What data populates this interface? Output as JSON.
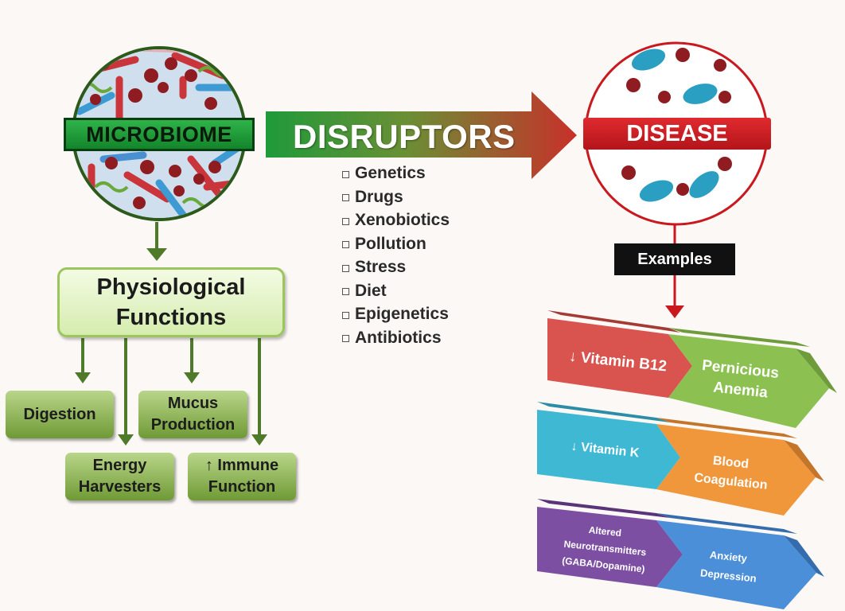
{
  "microbiome": {
    "label": "MICROBIOME"
  },
  "physiological": {
    "line1": "Physiological",
    "line2": "Functions"
  },
  "functions": [
    {
      "line1": "Digestion",
      "line2": ""
    },
    {
      "line1": "Mucus",
      "line2": "Production"
    },
    {
      "line1": "Energy",
      "line2": "Harvesters"
    },
    {
      "line1": "↑ Immune",
      "line2": "Function"
    }
  ],
  "disruptors": {
    "label": "DISRUPTORS",
    "items": [
      "Genetics",
      "Drugs",
      "Xenobiotics",
      "Pollution",
      "Stress",
      "Diet",
      "Epigenetics",
      "Antibiotics"
    ]
  },
  "disease": {
    "label": "DISEASE"
  },
  "examples": {
    "label": "Examples",
    "rows": [
      {
        "cause": [
          "↓ Vitamin B12"
        ],
        "effect": [
          "Pernicious",
          "Anemia"
        ],
        "cause_color": "#d9534f",
        "effect_color": "#8cc152"
      },
      {
        "cause": [
          "↓ Vitamin K"
        ],
        "effect": [
          "Blood",
          "Coagulation"
        ],
        "cause_color": "#3fb8d4",
        "effect_color": "#f0963b"
      },
      {
        "cause": [
          "Altered",
          "Neurotransmitters",
          "(GABA/Dopamine)"
        ],
        "effect": [
          "Anxiety",
          "Depression"
        ],
        "cause_color": "#7d4fa3",
        "effect_color": "#4a8fd8"
      }
    ]
  },
  "colors": {
    "background": "#fbf8f5",
    "green_dark": "#4f7a2a",
    "disease_red": "#c9181e",
    "arrow_green": "#2e9b3c"
  }
}
